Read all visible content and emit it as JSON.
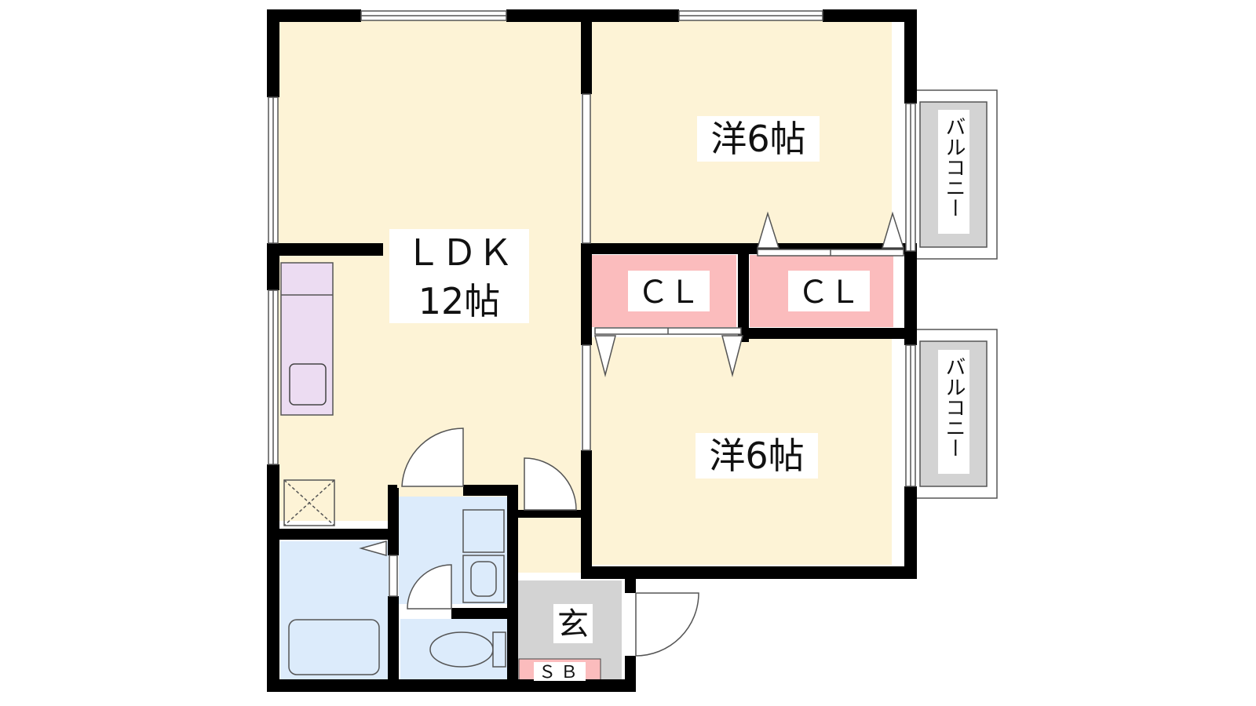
{
  "colors": {
    "wall": "#000000",
    "room_floor": "#fdf3d6",
    "closet": "#fbbcbd",
    "wet_area": "#dcebfb",
    "kitchen": "#ecdcf2",
    "entrance": "#d3d3d3",
    "balcony": "#d3d3d3",
    "label_bg": "#ffffff"
  },
  "rooms": {
    "ldk": {
      "name": "ＬＤＫ",
      "size": "12帖"
    },
    "western_north": {
      "label": "洋6帖"
    },
    "western_south": {
      "label": "洋6帖"
    },
    "closet_left": {
      "label": "ＣＬ"
    },
    "closet_right": {
      "label": "ＣＬ"
    },
    "entrance": {
      "label": "玄"
    },
    "shoe_box": {
      "label": "ＳＢ"
    }
  },
  "balconies": [
    {
      "label": "バルコニー"
    },
    {
      "label": "バルコニー"
    }
  ]
}
